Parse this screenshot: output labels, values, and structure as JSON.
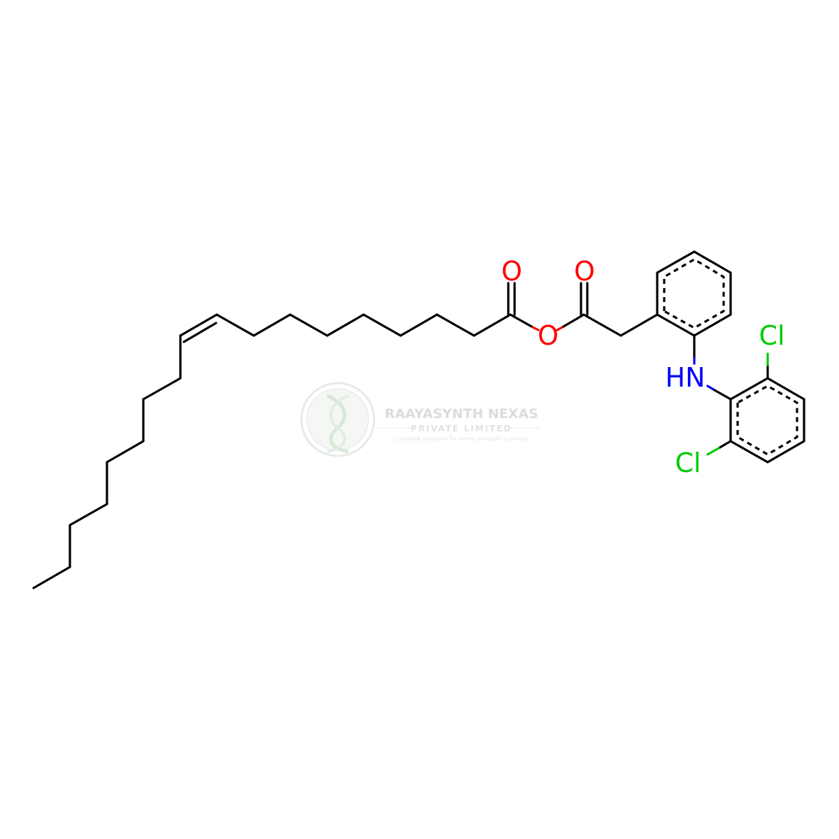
{
  "watermark": {
    "company": "RAAYASYNTH NEXAS",
    "subtitle": "PRIVATE LIMITED",
    "tagline": "Complete solutions for every molecule's journey"
  },
  "atoms": {
    "O_carbonyl_1": "O",
    "O_carbonyl_2": "O",
    "O_ester": "O",
    "NH": "HN",
    "Cl_top": "Cl",
    "Cl_bottom": "Cl"
  },
  "colors": {
    "carbon_bond": "#000000",
    "oxygen": "#ff0000",
    "nitrogen": "#0000ff",
    "chlorine": "#00cc00",
    "watermark": "#d9ded9"
  }
}
